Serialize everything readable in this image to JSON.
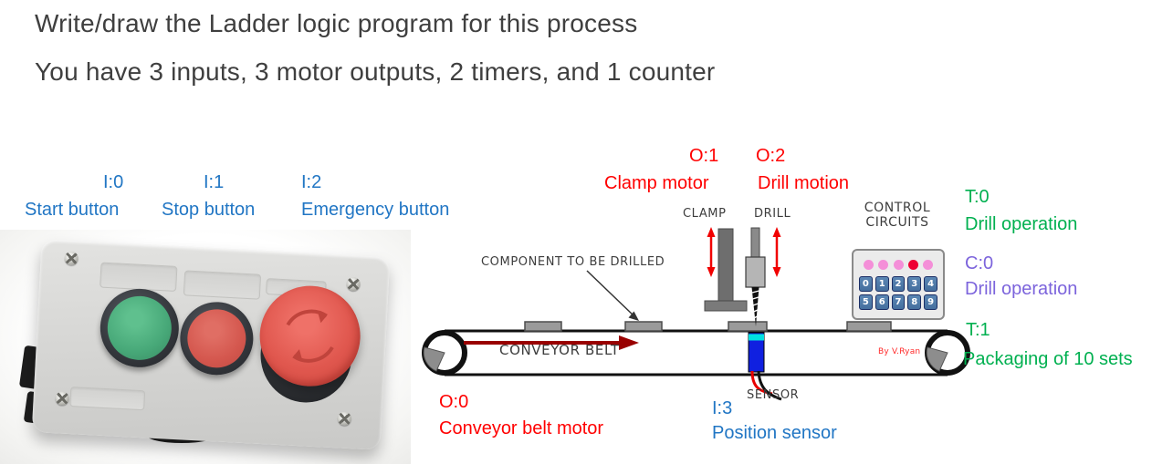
{
  "title": {
    "line1": "Write/draw the Ladder logic program for this process",
    "line2": "You have 3 inputs, 3 motor outputs, 2 timers, and 1 counter"
  },
  "inputs": {
    "i0": {
      "tag": "I:0",
      "label": "Start button"
    },
    "i1": {
      "tag": "I:1",
      "label": "Stop button"
    },
    "i2": {
      "tag": "I:2",
      "label": "Emergency button"
    },
    "i3": {
      "tag": "I:3",
      "label": "Position sensor"
    }
  },
  "outputs": {
    "o0": {
      "tag": "O:0",
      "label": "Conveyor belt motor"
    },
    "o1": {
      "tag": "O:1",
      "label": "Clamp motor"
    },
    "o2": {
      "tag": "O:2",
      "label": "Drill motion"
    }
  },
  "timers": {
    "t0": {
      "tag": "T:0",
      "label": "Drill operation"
    },
    "t1": {
      "tag": "T:1",
      "label": "Packaging of 10 sets"
    }
  },
  "counter": {
    "c0": {
      "tag": "C:0",
      "label": "Drill operation"
    }
  },
  "diagram": {
    "clamp_label": "CLAMP",
    "drill_label": "DRILL",
    "component_label": "COMPONENT TO BE DRILLED",
    "conveyor_label": "CONVEYOR BELT",
    "sensor_label": "SENSOR",
    "control_line1": "CONTROL",
    "control_line2": "CIRCUITS",
    "credit": "By V.Ryan",
    "keypad_digits": [
      "0",
      "1",
      "2",
      "3",
      "4",
      "5",
      "6",
      "7",
      "8",
      "9"
    ]
  },
  "colors": {
    "title_text": "#3F3F3F",
    "input_blue": "#2176C4",
    "output_red": "#FF0000",
    "timer_green": "#00B050",
    "counter_purple": "#7C64DC",
    "conveyor_arrow_dark_red": "#990000",
    "sensor_body_blue": "#1020E0",
    "sensor_tip_cyan": "#00E0E0",
    "led_pink": "#F48FD8",
    "led_active_red": "#EE0033",
    "keypad_key_blue": "#4A78AA",
    "start_button_green": "#47A878",
    "stop_button_red": "#D4574E",
    "estop_red": "#E0574E"
  }
}
